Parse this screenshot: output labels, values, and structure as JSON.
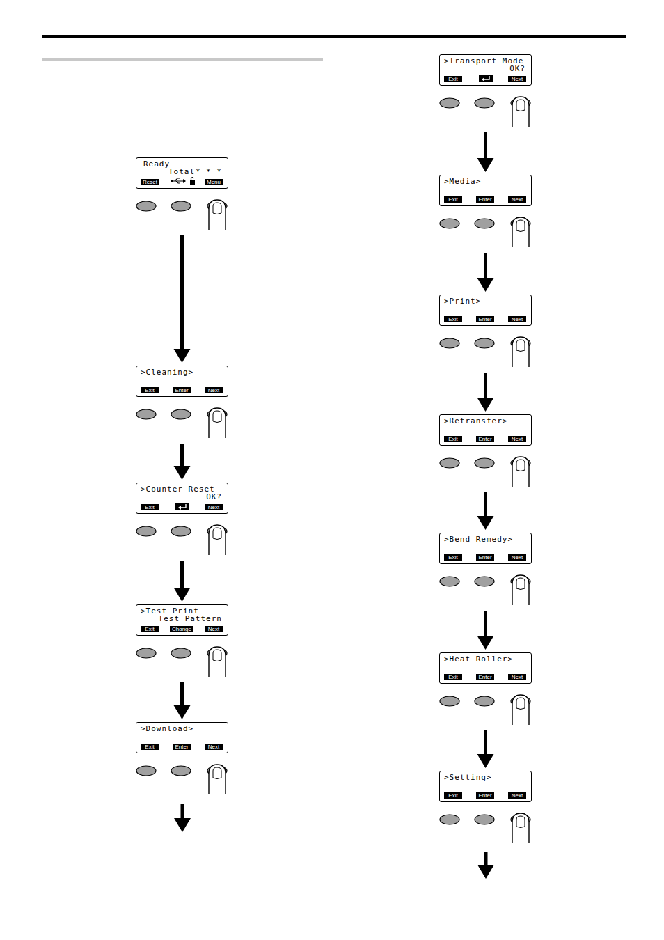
{
  "diagram": {
    "nodes": [
      {
        "text": [
          "Ready",
          "Total",
          "* * *",
          "Reset",
          "Menu"
        ]
      },
      {
        "text": [
          ">Cleaning>",
          "Exit",
          "Enter",
          "Next"
        ]
      },
      {
        "text": [
          ">Counter Reset",
          "OK?",
          "Exit",
          "Next"
        ]
      },
      {
        "text": [
          ">Test Print",
          "Test Pattern",
          "Exit",
          "Change",
          "Next"
        ]
      },
      {
        "text": [
          ">Download>",
          "Exit",
          "Enter",
          "Next"
        ]
      },
      {
        "text": [
          ">Transport Mode",
          "OK?",
          "Exit",
          "Next"
        ]
      },
      {
        "text": [
          ">Media>",
          "Exit",
          "Enter",
          "Next"
        ]
      },
      {
        "text": [
          ">Print>",
          "Exit",
          "Enter",
          "Next"
        ]
      },
      {
        "text": [
          ">Retransfer>",
          "Exit",
          "Enter",
          "Next"
        ]
      },
      {
        "text": [
          ">Bend Remedy>",
          "Exit",
          "Enter",
          "Next"
        ]
      },
      {
        "text": [
          ">Heat Roller>",
          "Exit",
          "Enter",
          "Next"
        ]
      },
      {
        "text": [
          ">Setting>",
          "Exit",
          "Enter",
          "Next"
        ]
      }
    ],
    "edges": [
      {
        "from": 0,
        "to": 1,
        "arrow": "to"
      },
      {
        "from": 1,
        "to": 2,
        "arrow": "to"
      },
      {
        "from": 2,
        "to": 3,
        "arrow": "to"
      },
      {
        "from": 3,
        "to": 4,
        "arrow": "to"
      },
      {
        "from": 5,
        "to": 6,
        "arrow": "to"
      },
      {
        "from": 6,
        "to": 7,
        "arrow": "to"
      },
      {
        "from": 7,
        "to": 8,
        "arrow": "to"
      },
      {
        "from": 8,
        "to": 9,
        "arrow": "to"
      },
      {
        "from": 9,
        "to": 10,
        "arrow": "to"
      },
      {
        "from": 10,
        "to": 11,
        "arrow": "to"
      }
    ]
  }
}
